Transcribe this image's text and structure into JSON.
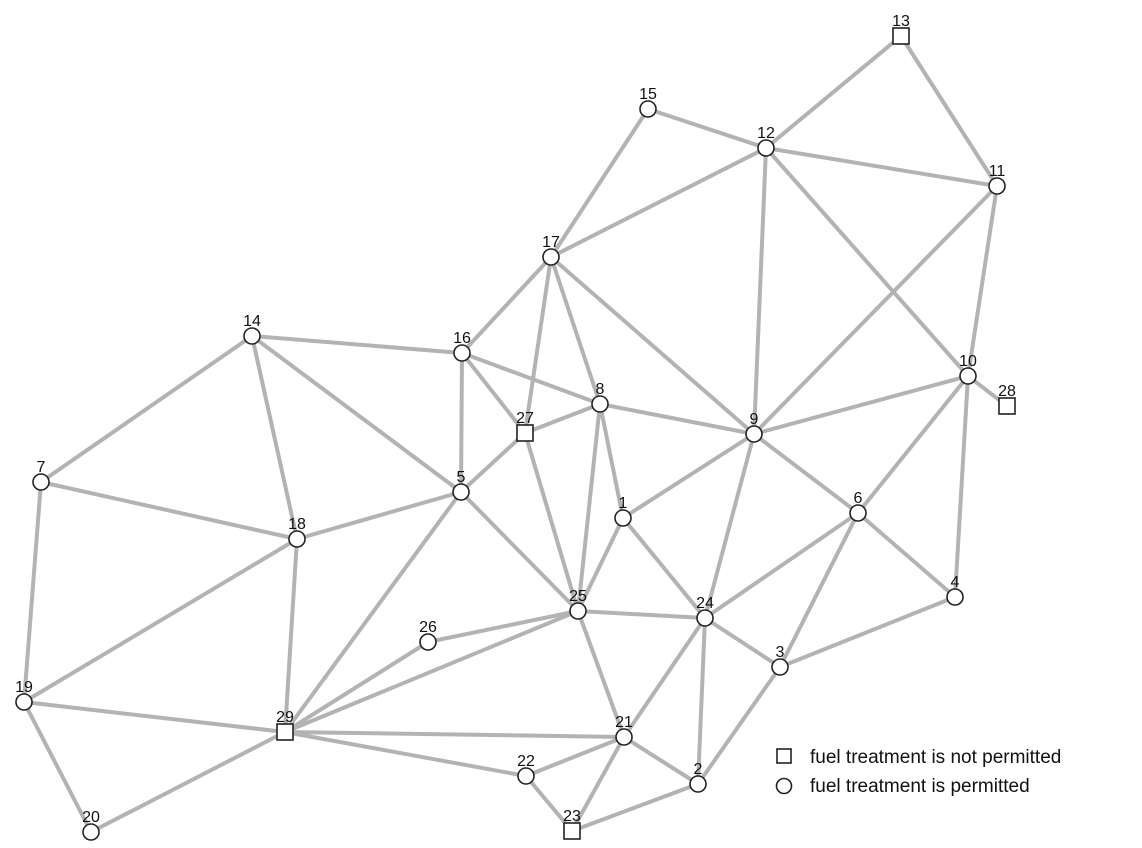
{
  "nodes": [
    {
      "id": "1",
      "shape": "circle"
    },
    {
      "id": "2",
      "shape": "circle"
    },
    {
      "id": "3",
      "shape": "circle"
    },
    {
      "id": "4",
      "shape": "circle"
    },
    {
      "id": "5",
      "shape": "circle"
    },
    {
      "id": "6",
      "shape": "circle"
    },
    {
      "id": "7",
      "shape": "circle"
    },
    {
      "id": "8",
      "shape": "circle"
    },
    {
      "id": "9",
      "shape": "circle"
    },
    {
      "id": "10",
      "shape": "circle"
    },
    {
      "id": "11",
      "shape": "circle"
    },
    {
      "id": "12",
      "shape": "circle"
    },
    {
      "id": "13",
      "shape": "square"
    },
    {
      "id": "14",
      "shape": "circle"
    },
    {
      "id": "15",
      "shape": "circle"
    },
    {
      "id": "16",
      "shape": "circle"
    },
    {
      "id": "17",
      "shape": "circle"
    },
    {
      "id": "18",
      "shape": "circle"
    },
    {
      "id": "19",
      "shape": "circle"
    },
    {
      "id": "20",
      "shape": "circle"
    },
    {
      "id": "21",
      "shape": "circle"
    },
    {
      "id": "22",
      "shape": "circle"
    },
    {
      "id": "23",
      "shape": "square"
    },
    {
      "id": "24",
      "shape": "circle"
    },
    {
      "id": "25",
      "shape": "circle"
    },
    {
      "id": "26",
      "shape": "circle"
    },
    {
      "id": "27",
      "shape": "square"
    },
    {
      "id": "28",
      "shape": "square"
    },
    {
      "id": "29",
      "shape": "square"
    }
  ],
  "edges": [
    [
      "13",
      "12"
    ],
    [
      "13",
      "11"
    ],
    [
      "15",
      "12"
    ],
    [
      "15",
      "17"
    ],
    [
      "12",
      "11"
    ],
    [
      "12",
      "17"
    ],
    [
      "12",
      "9"
    ],
    [
      "12",
      "10"
    ],
    [
      "11",
      "9"
    ],
    [
      "11",
      "10"
    ],
    [
      "10",
      "28"
    ],
    [
      "10",
      "9"
    ],
    [
      "10",
      "6"
    ],
    [
      "10",
      "4"
    ],
    [
      "17",
      "16"
    ],
    [
      "17",
      "27"
    ],
    [
      "17",
      "8"
    ],
    [
      "17",
      "9"
    ],
    [
      "14",
      "16"
    ],
    [
      "14",
      "7"
    ],
    [
      "14",
      "18"
    ],
    [
      "14",
      "5"
    ],
    [
      "16",
      "5"
    ],
    [
      "16",
      "27"
    ],
    [
      "16",
      "8"
    ],
    [
      "8",
      "27"
    ],
    [
      "8",
      "9"
    ],
    [
      "8",
      "1"
    ],
    [
      "8",
      "25"
    ],
    [
      "27",
      "5"
    ],
    [
      "27",
      "25"
    ],
    [
      "9",
      "1"
    ],
    [
      "9",
      "24"
    ],
    [
      "9",
      "6"
    ],
    [
      "7",
      "18"
    ],
    [
      "7",
      "19"
    ],
    [
      "18",
      "5"
    ],
    [
      "18",
      "19"
    ],
    [
      "18",
      "29"
    ],
    [
      "5",
      "25"
    ],
    [
      "5",
      "29"
    ],
    [
      "1",
      "25"
    ],
    [
      "1",
      "24"
    ],
    [
      "6",
      "24"
    ],
    [
      "6",
      "4"
    ],
    [
      "6",
      "3"
    ],
    [
      "25",
      "24"
    ],
    [
      "25",
      "26"
    ],
    [
      "25",
      "29"
    ],
    [
      "25",
      "21"
    ],
    [
      "24",
      "3"
    ],
    [
      "24",
      "21"
    ],
    [
      "24",
      "2"
    ],
    [
      "4",
      "3"
    ],
    [
      "3",
      "2"
    ],
    [
      "26",
      "29"
    ],
    [
      "19",
      "29"
    ],
    [
      "19",
      "20"
    ],
    [
      "20",
      "29"
    ],
    [
      "29",
      "21"
    ],
    [
      "29",
      "22"
    ],
    [
      "21",
      "22"
    ],
    [
      "21",
      "23"
    ],
    [
      "21",
      "2"
    ],
    [
      "22",
      "23"
    ],
    [
      "23",
      "2"
    ]
  ],
  "legend": [
    {
      "shape": "square",
      "label": "fuel treatment is not permitted"
    },
    {
      "shape": "circle",
      "label": "fuel treatment is permitted"
    }
  ]
}
